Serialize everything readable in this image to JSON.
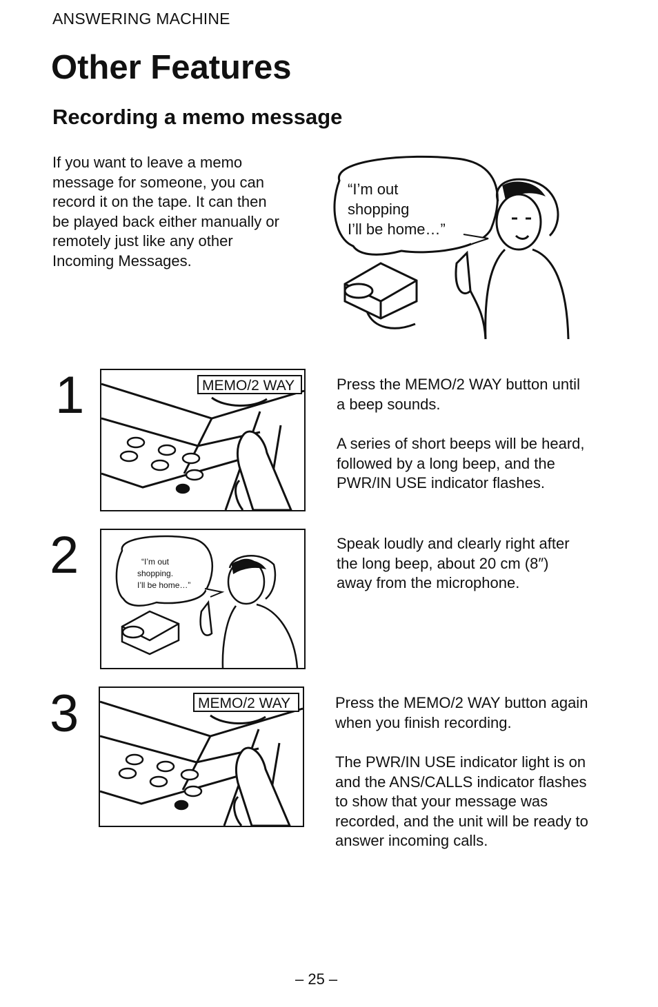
{
  "header": {
    "section_label": "ANSWERING MACHINE",
    "page_title": "Other Features",
    "section_title": "Recording a memo message"
  },
  "intro": {
    "text": "If you want to leave a memo message for someone, you can record it on the tape. It can then be played back either manually or remotely just like any other Incoming Messages.",
    "speech_line_1": "“I’m out",
    "speech_line_2": "shopping",
    "speech_line_3": "I’ll be home…”"
  },
  "steps": [
    {
      "number": "1",
      "button_label": "MEMO/2 WAY",
      "paragraphs": [
        "Press the MEMO/2 WAY button until a beep sounds.",
        "A series of short beeps will be heard, followed by a long beep, and the PWR/IN USE indicator flashes."
      ]
    },
    {
      "number": "2",
      "speech_line_1": "“I’m out",
      "speech_line_2": "shopping.",
      "speech_line_3": "I’ll be home…”",
      "paragraphs": [
        "Speak loudly and clearly right after the long beep, about 20 cm (8″) away from the microphone."
      ]
    },
    {
      "number": "3",
      "button_label": "MEMO/2 WAY",
      "paragraphs": [
        "Press the MEMO/2 WAY button again when you finish recording.",
        "The PWR/IN USE indicator light is on and the ANS/CALLS indicator flashes to show that your message was recorded, and the unit will be ready to answer incoming calls."
      ]
    }
  ],
  "footer": {
    "page_number": "– 25 –"
  }
}
